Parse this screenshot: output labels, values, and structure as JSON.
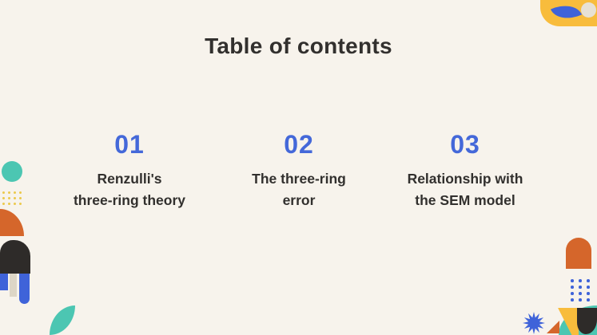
{
  "slide": {
    "title": "Table of contents",
    "items": [
      {
        "number": "01",
        "lines": [
          "Renzulli's",
          "three-ring theory"
        ]
      },
      {
        "number": "02",
        "lines": [
          "The three-ring",
          "error"
        ]
      },
      {
        "number": "03",
        "lines": [
          "Relationship with",
          "the SEM model"
        ]
      }
    ]
  },
  "colors": {
    "background": "#f7f3ec",
    "text_dark": "#32302e",
    "accent_blue": "#4468d9",
    "shape_blue": "#3f63d9",
    "teal": "#4cc6b2",
    "orange": "#d5662b",
    "yellow": "#f8bc3c",
    "charcoal": "#2e2b29",
    "beige_bar": "#ddd6c6",
    "cream_circle": "#e7e1d4",
    "yellow_dots": "#ecc94b"
  },
  "decorations": {
    "top_right": [
      "yellow-rounded-shape",
      "blue-leaf",
      "cream-circle"
    ],
    "left": [
      "teal-circle",
      "yellow-dots-grid",
      "orange-quarter",
      "charcoal-arch",
      "blue-bar",
      "beige-bar",
      "blue-rounded-bar",
      "teal-leaf"
    ],
    "bottom_right": [
      "orange-arch",
      "blue-dots-grid",
      "starburst",
      "orange-triangle",
      "yellow-diagonal-shape",
      "charcoal-quarter",
      "teal-quarter"
    ]
  }
}
